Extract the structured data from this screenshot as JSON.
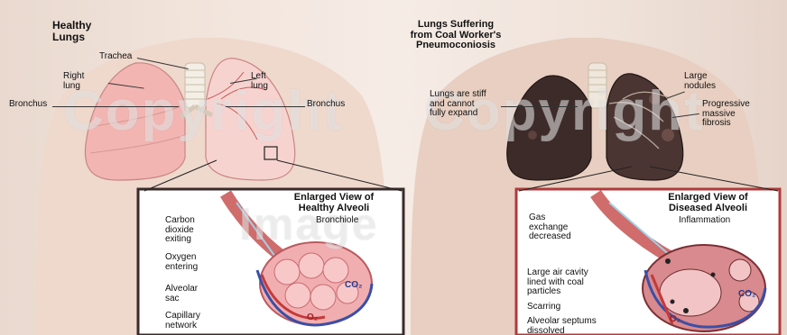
{
  "colors": {
    "healthy_lung": "#f2b8b8",
    "diseased_lung": "#3b2a28",
    "skin": "#ecd9cd",
    "panel_border": "#3a2b2a",
    "artery": "#c43a3a",
    "vein": "#3a4fa8"
  },
  "left": {
    "title": "Healthy\nLungs",
    "labels": {
      "trachea": "Trachea",
      "right_lung": "Right\nlung",
      "left_lung": "Left\nlung",
      "bronchus_left": "Bronchus",
      "bronchus_right": "Bronchus"
    },
    "inset": {
      "title": "Enlarged View of\nHealthy Alveoli",
      "labels": {
        "co2_exit": "Carbon\ndioxide\nexiting",
        "bronchiole": "Bronchiole",
        "oxygen": "Oxygen\nentering",
        "alveolar_sac": "Alveolar\nsac",
        "capillary": "Capillary\nnetwork",
        "co2_symbol": "CO₂",
        "o2_symbol": "O₂"
      }
    }
  },
  "right": {
    "title": "Lungs Suffering\nfrom Coal Worker's\nPneumoconiosis",
    "labels": {
      "stiff": "Lungs are stiff\nand cannot\nfully expand",
      "nodules": "Large\nnodules",
      "fibrosis": "Progressive\nmassive\nfibrosis"
    },
    "inset": {
      "title": "Enlarged View of\nDiseased Alveoli",
      "labels": {
        "gas": "Gas\nexchange\ndecreased",
        "inflammation": "Inflammation",
        "cavity": "Large air cavity\nlined with coal\nparticles",
        "scarring": "Scarring",
        "septums": "Alveolar septums\ndissolved",
        "co2_symbol": "CO₂",
        "o2_symbol": "O₂"
      }
    }
  },
  "watermark": {
    "line1": "Copyright",
    "line2": "Image"
  }
}
